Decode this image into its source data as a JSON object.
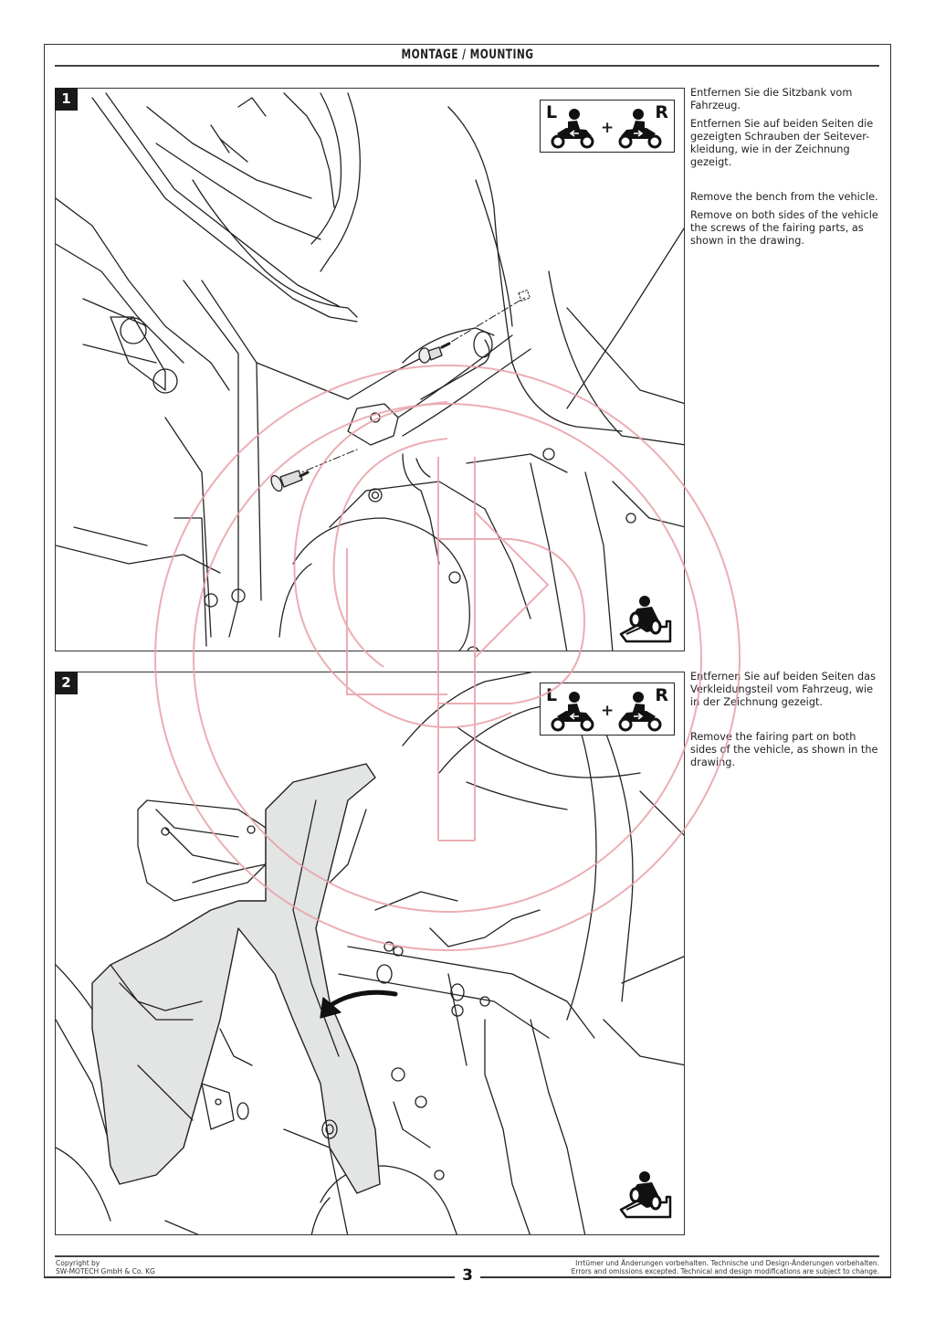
{
  "header": {
    "title": "MONTAGE / MOUNTING"
  },
  "steps": [
    {
      "number": "1",
      "side_indicator": {
        "left": "L",
        "plus": "+",
        "right": "R"
      },
      "instructions_de": [
        "Entfernen Sie die Sitzbank vom Fahrzeug.",
        "Entfernen Sie auf beiden Seiten die gezeigten Schrauben der Seitever-kleidung, wie in der Zeichnung gezeigt."
      ],
      "instructions_en": [
        "Remove the bench from the vehicle.",
        "Remove on both sides of the vehicle the screws of the fairing parts, as shown in the drawing."
      ]
    },
    {
      "number": "2",
      "side_indicator": {
        "left": "L",
        "plus": "+",
        "right": "R"
      },
      "instructions_de": [
        "Entfernen Sie auf beiden Seiten das Verkleidungsteil vom Fahrzeug, wie in der Zeichnung gezeigt."
      ],
      "instructions_en": [
        "Remove the fairing part on both sides of the vehicle, as shown in the drawing."
      ]
    }
  ],
  "footer": {
    "copyright_line1": "Copyright by",
    "copyright_line2": "SW-MOTECH GmbH & Co. KG",
    "page_number": "3",
    "disclaimer_de": "Irrtümer und Änderungen vorbehalten. Technische und Design-Änderungen vorbehalten.",
    "disclaimer_en": "Errors and omissions excepted. Technical and design modifications are subject to change."
  },
  "colors": {
    "line": "#222222",
    "part_fill": "#e3e4e4",
    "watermark": "#e8a0a8",
    "badge": "#1a1a1a"
  },
  "icons": {
    "side_indicator": "motorcycle-rider-left-right-icon",
    "view_direction": "motorcycle-rider-view-icon",
    "removal_arrow": "curved-arrow-icon",
    "screw": "screw-icon"
  }
}
